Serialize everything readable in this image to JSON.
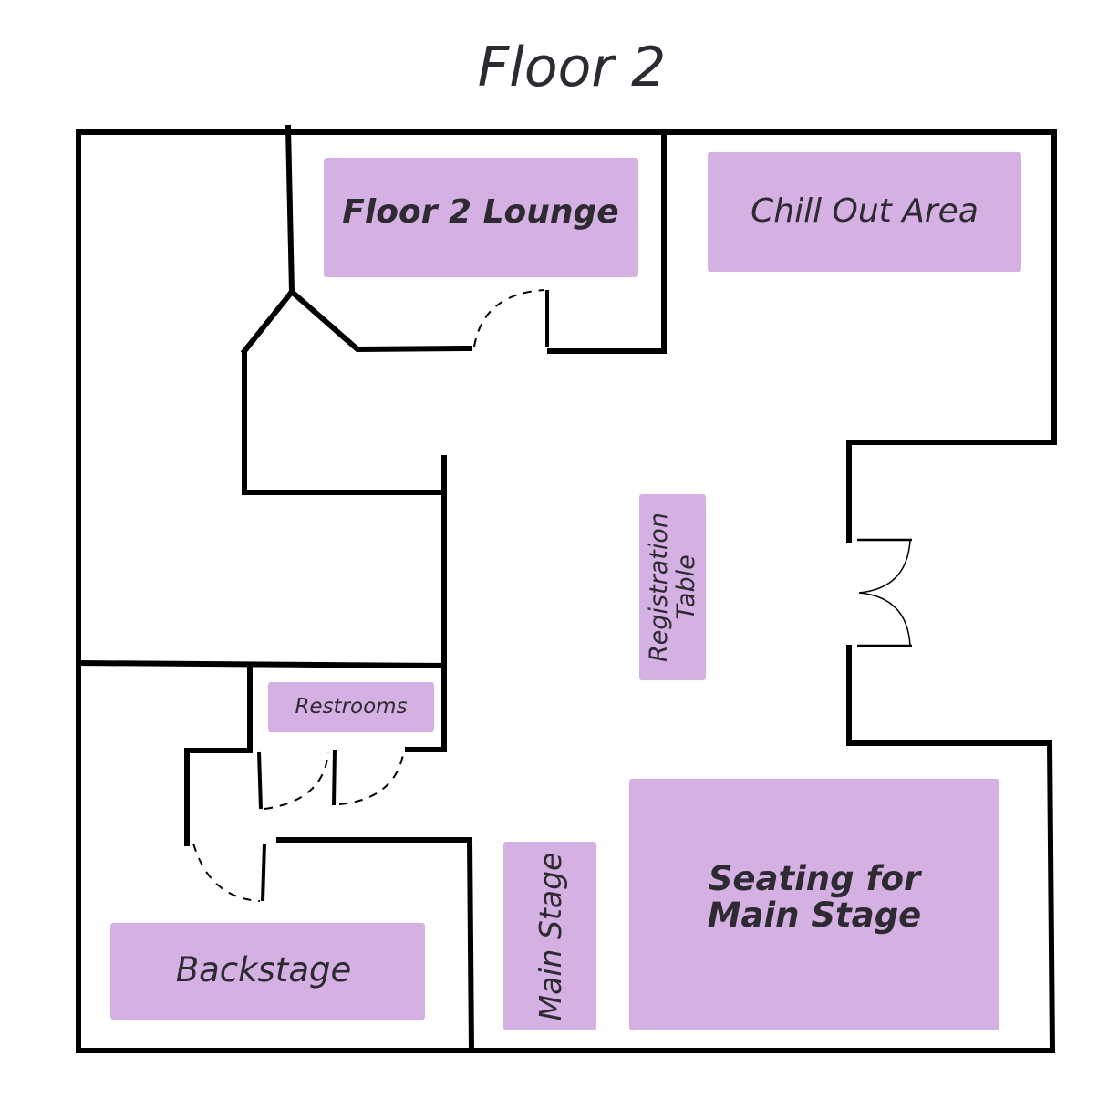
{
  "title": "Floor 2",
  "colors": {
    "room": "#d5b0e2",
    "wall": "#000000",
    "text": "#2d2a32"
  },
  "rooms": {
    "lounge": "Floor 2 Lounge",
    "chill_out": "Chill Out Area",
    "registration_line1": "Registration",
    "registration_line2": "Table",
    "restrooms": "Restrooms",
    "backstage": "Backstage",
    "main_stage": "Main Stage",
    "seating_line1": "Seating for",
    "seating_line2": "Main Stage"
  }
}
